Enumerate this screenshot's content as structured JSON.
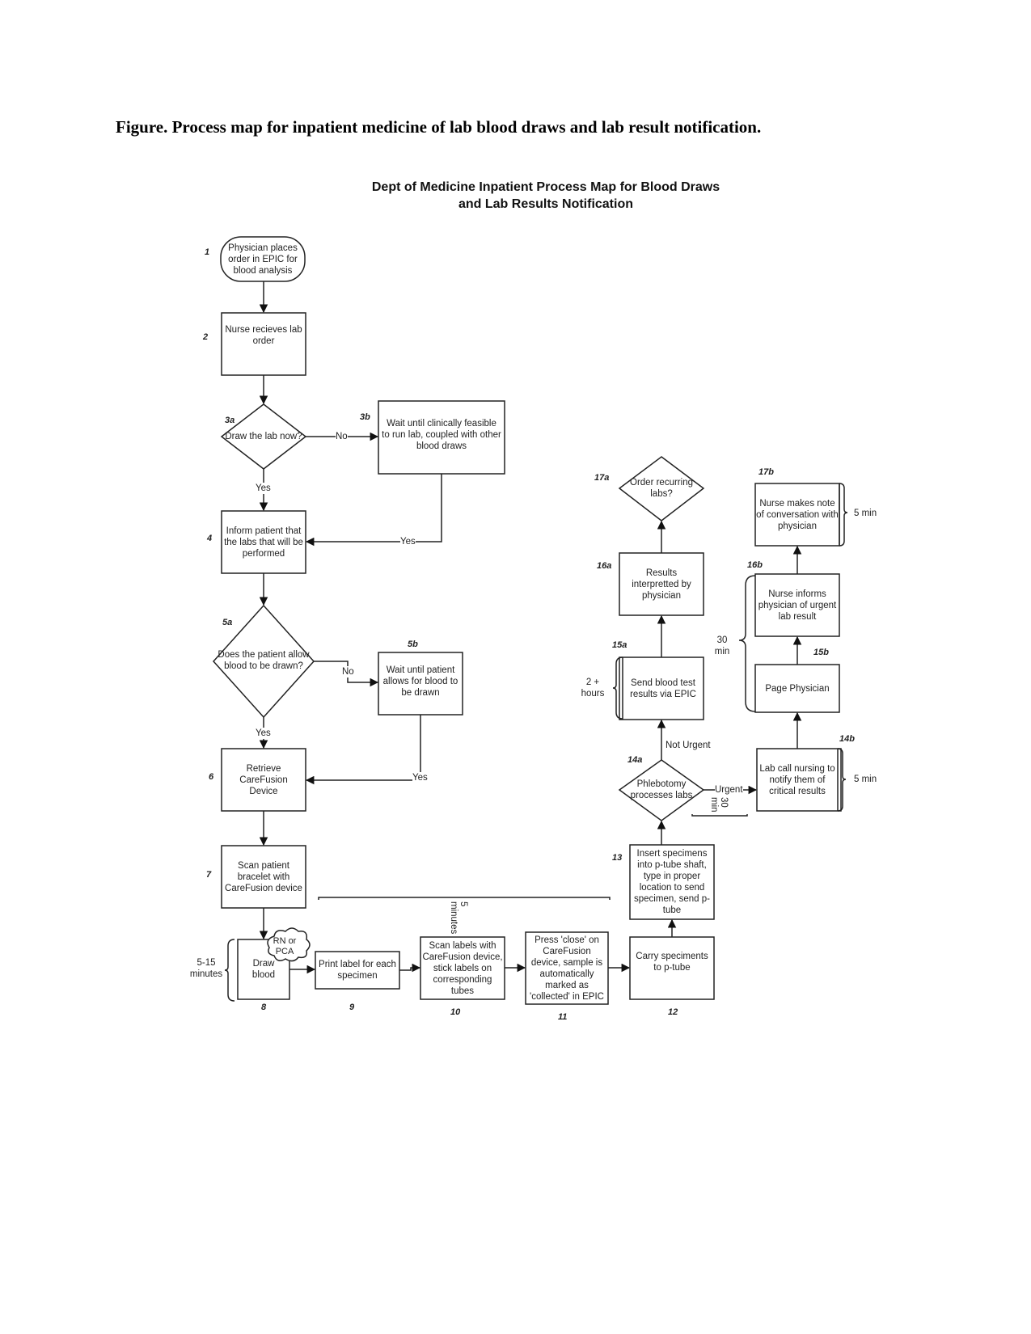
{
  "caption": "Figure. Process map for inpatient medicine of lab blood draws and lab result notification.",
  "diagram": {
    "title_line1": "Dept of Medicine Inpatient Process Map for Blood Draws",
    "title_line2": "and Lab Results Notification",
    "nodes": {
      "n1": {
        "step": "1",
        "shape": "terminator",
        "text": "Physician places order in EPIC for blood analysis"
      },
      "n2": {
        "step": "2",
        "shape": "process",
        "text": "Nurse recieves lab order"
      },
      "n3a": {
        "step": "3a",
        "shape": "decision",
        "text": "Draw the lab now?"
      },
      "n3b": {
        "step": "3b",
        "shape": "process",
        "text": "Wait until clinically feasible to run lab, coupled with other blood draws"
      },
      "n4": {
        "step": "4",
        "shape": "process",
        "text": "Inform patient that the labs that will be performed"
      },
      "n5a": {
        "step": "5a",
        "shape": "decision",
        "text": "Does the patient allow blood to be drawn?"
      },
      "n5b": {
        "step": "5b",
        "shape": "process",
        "text": "Wait until patient allows for blood to be drawn"
      },
      "n6": {
        "step": "6",
        "shape": "process",
        "text": "Retrieve CareFusion Device"
      },
      "n7": {
        "step": "7",
        "shape": "process",
        "text": "Scan patient bracelet with CareFusion device"
      },
      "n8": {
        "step": "8",
        "shape": "process",
        "text": "Draw blood",
        "annotation": "RN or PCA"
      },
      "n9": {
        "step": "9",
        "shape": "process",
        "text": "Print label for each specimen"
      },
      "n10": {
        "step": "10",
        "shape": "process",
        "text": "Scan labels with CareFusion device, stick labels on corresponding tubes"
      },
      "n11": {
        "step": "11",
        "shape": "process",
        "text": "Press 'close' on CareFusion device, sample is automatically marked as 'collected' in EPIC"
      },
      "n12": {
        "step": "12",
        "shape": "process",
        "text": "Carry speciments to p-tube"
      },
      "n13": {
        "step": "13",
        "shape": "process",
        "text": "Insert specimens into p-tube shaft, type in proper location to send specimen, send p-tube"
      },
      "n14a": {
        "step": "14a",
        "shape": "decision",
        "text": "Phlebotomy processes labs"
      },
      "n14b": {
        "step": "14b",
        "shape": "process",
        "text": "Lab call nursing to notify them of critical results"
      },
      "n15a": {
        "step": "15a",
        "shape": "process",
        "text": "Send blood test results via EPIC"
      },
      "n15b": {
        "step": "15b",
        "shape": "process",
        "text": "Page Physician"
      },
      "n16a": {
        "step": "16a",
        "shape": "process",
        "text": "Results interpretted by physician"
      },
      "n16b": {
        "step": "16b",
        "shape": "process",
        "text": "Nurse informs physician of urgent lab result"
      },
      "n17a": {
        "step": "17a",
        "shape": "decision",
        "text": "Order recurring labs?"
      },
      "n17b": {
        "step": "17b",
        "shape": "process",
        "text": "Nurse makes note of conversation with physician"
      }
    },
    "edge_labels": {
      "e3a_3b": "No",
      "e3a_4": "Yes",
      "e3b_4": "Yes",
      "e5a_5b": "No",
      "e5a_6": "Yes",
      "e5b_6": "Yes",
      "e14a_15a": "Not Urgent",
      "e14a_14b": "Urgent"
    },
    "edges": [
      [
        "n1",
        "n2"
      ],
      [
        "n2",
        "n3a"
      ],
      [
        "n3a",
        "n3b"
      ],
      [
        "n3a",
        "n4"
      ],
      [
        "n3b",
        "n4"
      ],
      [
        "n4",
        "n5a"
      ],
      [
        "n5a",
        "n5b"
      ],
      [
        "n5a",
        "n6"
      ],
      [
        "n5b",
        "n6"
      ],
      [
        "n6",
        "n7"
      ],
      [
        "n7",
        "n8"
      ],
      [
        "n8",
        "n9"
      ],
      [
        "n9",
        "n10"
      ],
      [
        "n10",
        "n11"
      ],
      [
        "n11",
        "n12"
      ],
      [
        "n12",
        "n13"
      ],
      [
        "n13",
        "n14a"
      ],
      [
        "n14a",
        "n15a"
      ],
      [
        "n14a",
        "n14b"
      ],
      [
        "n15a",
        "n16a"
      ],
      [
        "n16a",
        "n17a"
      ],
      [
        "n14b",
        "n15b"
      ],
      [
        "n15b",
        "n16b"
      ],
      [
        "n16b",
        "n17b"
      ]
    ],
    "time_annotations": {
      "t_draw": "5-15 minutes",
      "t_scan": "5 minutes",
      "t_epic": "2 + hours",
      "t_page": "30 min",
      "t_urgent": "30 min",
      "t_note": "5 min",
      "t_call": "5 min"
    }
  }
}
